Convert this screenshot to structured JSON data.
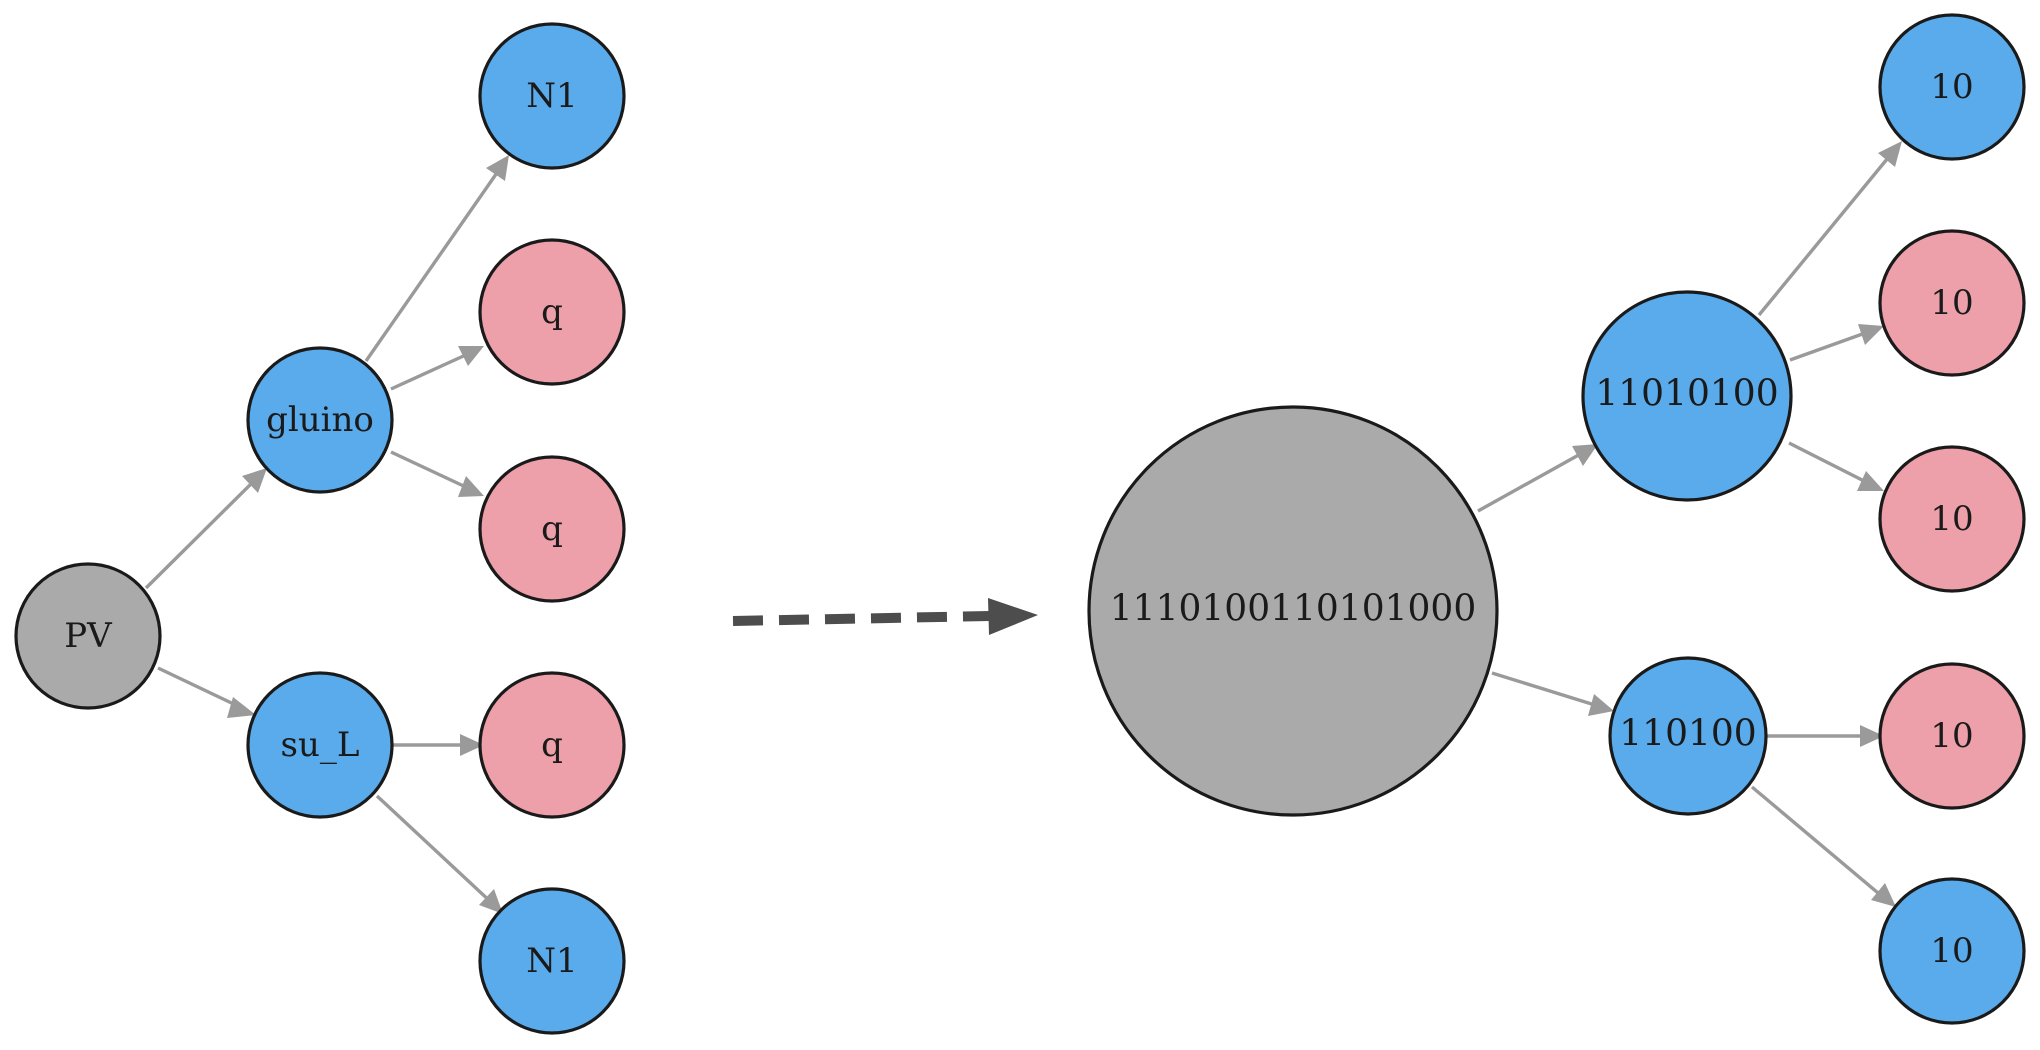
{
  "colors": {
    "root": "#aaaaaa",
    "blue": "#5aabeb",
    "pink": "#eda0aa",
    "edge": "#9a9a9a",
    "dashed_arrow": "#4d4d4d"
  },
  "left_tree": {
    "root": "PV",
    "gluino": "gluino",
    "su_L": "su_L",
    "gluino_children": [
      "N1",
      "q",
      "q"
    ],
    "su_L_children": [
      "q",
      "N1"
    ]
  },
  "right_tree": {
    "root": "1110100110101000",
    "upper": "11010100",
    "lower": "110100",
    "upper_children": [
      "10",
      "10",
      "10"
    ],
    "lower_children": [
      "10",
      "10"
    ]
  }
}
